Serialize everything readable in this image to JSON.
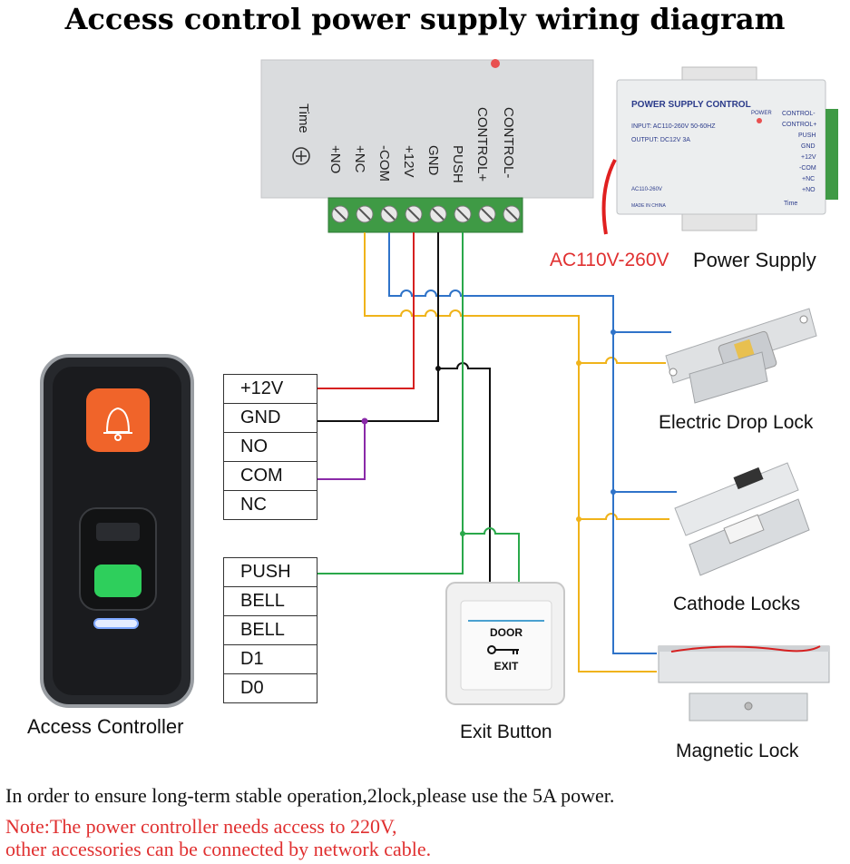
{
  "title": "Access control power supply wiring diagram",
  "power_supply": {
    "photo_header": "POWER SUPPLY CONTROL",
    "photo_input": "INPUT: AC110-260V 50-60HZ",
    "photo_output": "OUTPUT: DC12V  3A",
    "photo_power": "POWER",
    "photo_ac": "AC110-260V",
    "photo_made": "MADE IN CHINA",
    "photo_time": "Time",
    "photo_terminals": [
      "CONTROL-",
      "CONTROL+",
      "PUSH",
      "GND",
      "+12V",
      "-COM",
      "+NC",
      "+NO"
    ],
    "ac_label": "AC110V-260V",
    "label": "Power Supply"
  },
  "closeup": {
    "time_label": "Time",
    "terminals": [
      "+NO",
      "+NC",
      "-COM",
      "+12V",
      "GND",
      "PUSH",
      "CONTROL+",
      "CONTROL-"
    ]
  },
  "controller": {
    "table_top": [
      "+12V",
      "GND",
      "NO",
      "COM",
      "NC"
    ],
    "table_bottom": [
      "PUSH",
      "BELL",
      "BELL",
      "D1",
      "D0"
    ],
    "label": "Access Controller"
  },
  "exit_button": {
    "door": "DOOR",
    "exit": "EXIT",
    "label": "Exit Button"
  },
  "locks": {
    "drop": "Electric Drop Lock",
    "cathode": "Cathode Locks",
    "magnetic": "Magnetic Lock"
  },
  "notes": {
    "line1": "In order to ensure long-term stable operation,2lock,please use the 5A power.",
    "line2": "Note:The power controller needs access to 220V,",
    "line3": "other accessories can be connected by network cable."
  },
  "colors": {
    "wire_red": "#d62020",
    "wire_black": "#111111",
    "wire_blue": "#2f73c9",
    "wire_yellow": "#f0b31a",
    "wire_green": "#2aa84a",
    "wire_purple": "#8a2aa8",
    "note_red": "#e03030"
  }
}
